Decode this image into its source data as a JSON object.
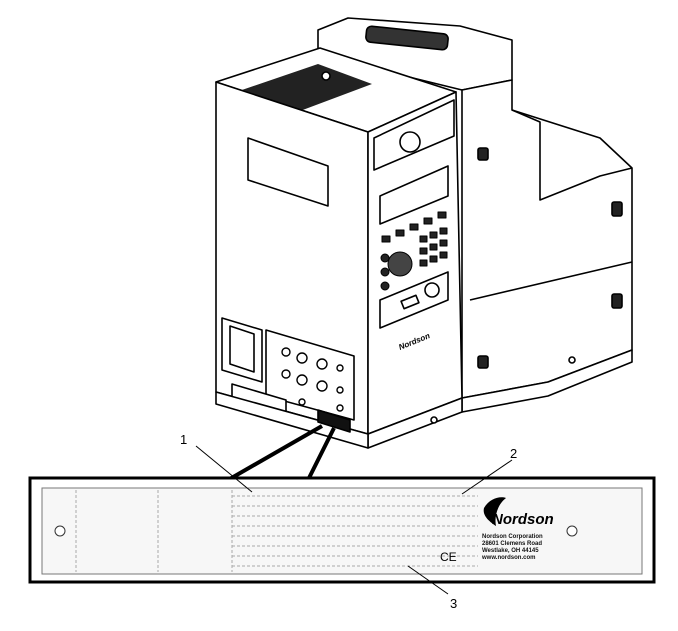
{
  "callouts": {
    "c1": "1",
    "c2": "2",
    "c3": "3"
  },
  "plate": {
    "logo": "Nordson",
    "company": "Nordson Corporation",
    "street": "28601 Clemens Road",
    "city": "Westlake, OH 44145",
    "web": "www.nordson.com",
    "ce_mark": "CE"
  },
  "panel_logo": "Nordson",
  "colors": {
    "line": "#000000",
    "background": "#ffffff",
    "plate_fill": "#f7f7f7"
  }
}
